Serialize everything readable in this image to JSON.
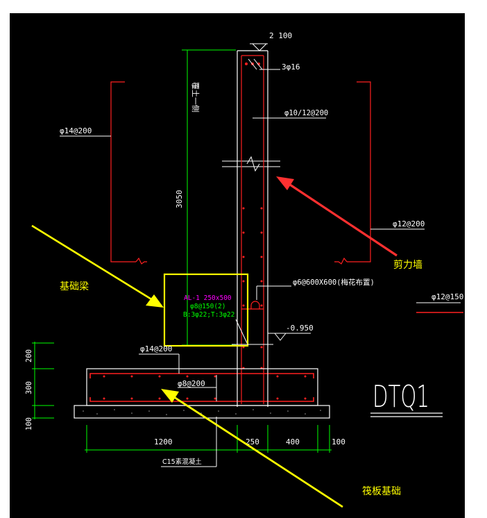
{
  "labels": {
    "top_dim": "2 100",
    "top_bars": "3φ16",
    "backfill_side": "覆土一侧",
    "wall_bars": "φ10/12@200",
    "left_bars": "φ14@200",
    "height_dim": "3050",
    "right_bars": "φ12@200",
    "tie_bars": "φ6@600X600(梅花布置)",
    "right_far_bars": "φ12@150",
    "beam_title": "AL-1 250x500",
    "beam_stirrup": "φ8@150(2)",
    "beam_bars": "B:3φ22;T:3φ22",
    "elevation": "-0.950",
    "slab_top_bars": "φ14@200",
    "slab_bot_bars": "φ8@200",
    "concrete": "C15素混凝土",
    "detail_name": "DTQ1"
  },
  "dims": {
    "bottom": [
      "1200",
      "250",
      "400",
      "100"
    ],
    "left": [
      "200",
      "300",
      "100"
    ]
  },
  "callouts": {
    "shear_wall": "剪力墙",
    "foundation_beam": "基础梁",
    "raft_foundation": "筏板基础"
  },
  "colors": {
    "background": "#000000",
    "rebar": "#ff2020",
    "dimension": "#00ff00",
    "outline": "#ffffff",
    "annotation": "#ffff00",
    "beam_label": "#ff00ff"
  }
}
